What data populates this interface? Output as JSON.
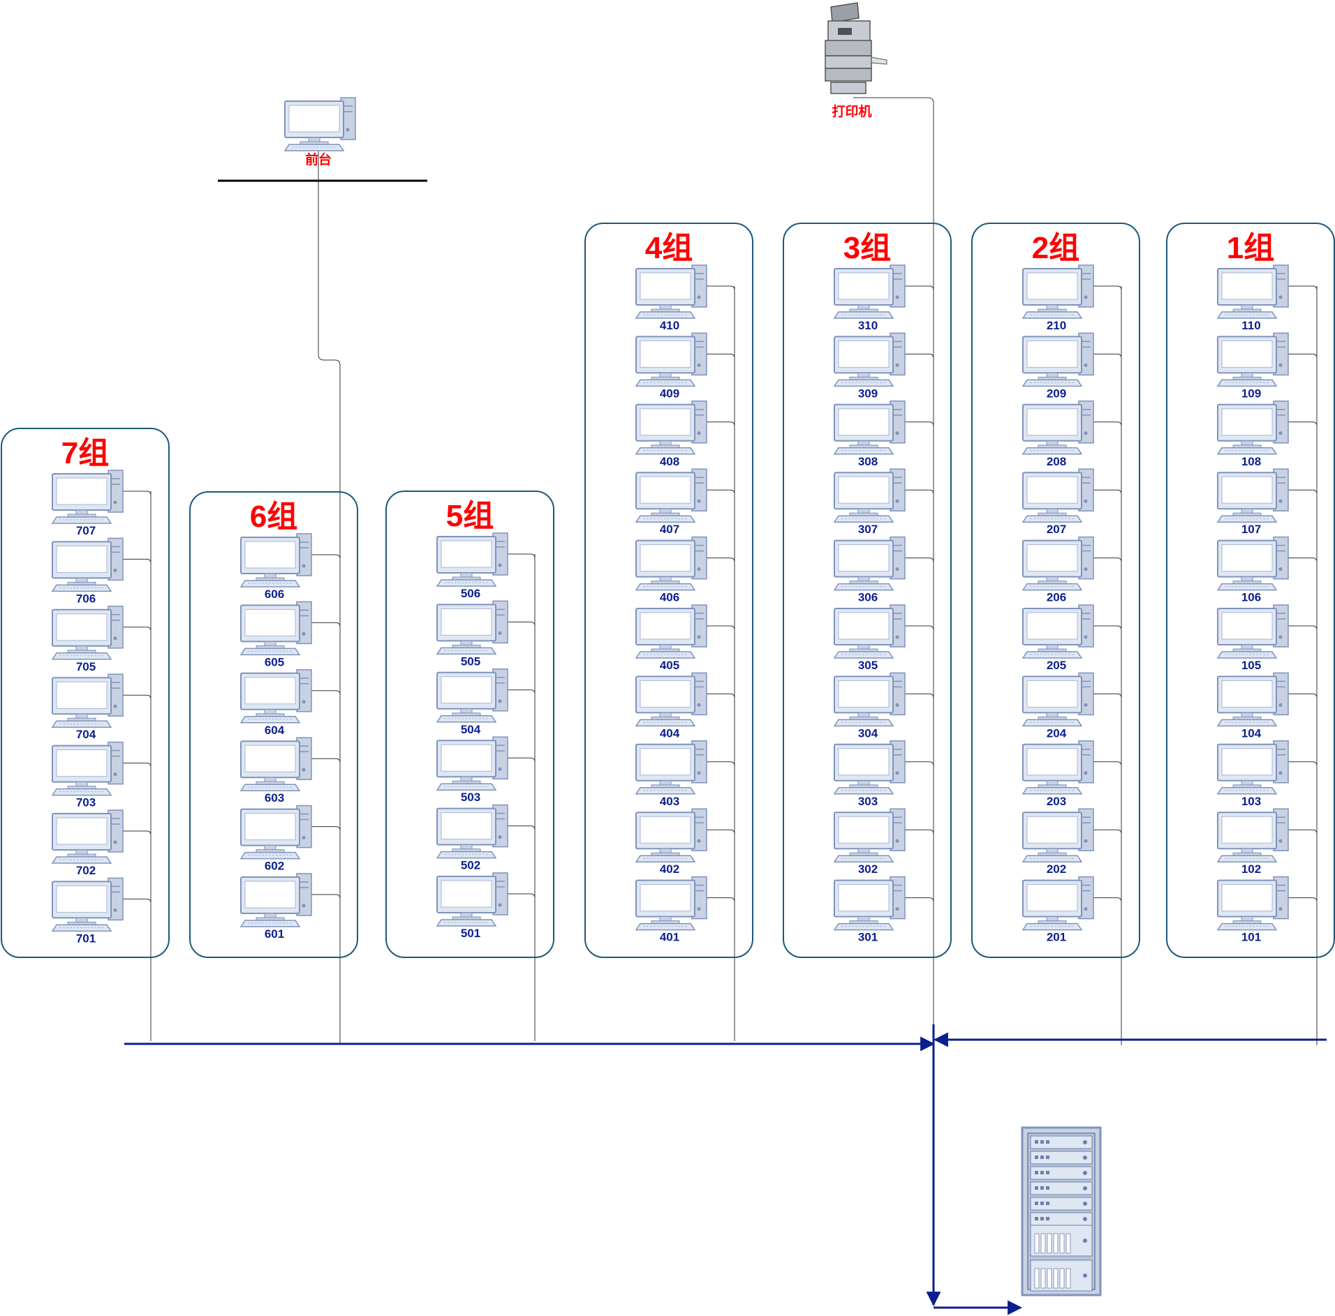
{
  "colors": {
    "group_border": "#1a5a7a",
    "group_title": "#ff0000",
    "pc_label": "#0b1f8f",
    "bus": "#0b1f8f",
    "wire": "#333333",
    "pc_fill": "#dfe7f3",
    "pc_stroke": "#7f93bd"
  },
  "front_desk": {
    "label": "前台",
    "icon": "desktop-computer-icon"
  },
  "printer": {
    "label": "打印机",
    "icon": "printer-icon"
  },
  "server": {
    "icon": "server-rack-icon"
  },
  "groups": [
    {
      "title": "7组",
      "computers": [
        "707",
        "706",
        "705",
        "704",
        "703",
        "702",
        "701"
      ]
    },
    {
      "title": "6组",
      "computers": [
        "606",
        "605",
        "604",
        "603",
        "602",
        "601"
      ]
    },
    {
      "title": "5组",
      "computers": [
        "506",
        "505",
        "504",
        "503",
        "502",
        "501"
      ]
    },
    {
      "title": "4组",
      "computers": [
        "410",
        "409",
        "408",
        "407",
        "406",
        "405",
        "404",
        "403",
        "402",
        "401"
      ]
    },
    {
      "title": "3组",
      "computers": [
        "310",
        "309",
        "308",
        "307",
        "306",
        "305",
        "304",
        "303",
        "302",
        "301"
      ]
    },
    {
      "title": "2组",
      "computers": [
        "210",
        "209",
        "208",
        "207",
        "206",
        "205",
        "204",
        "203",
        "202",
        "201"
      ]
    },
    {
      "title": "1组",
      "computers": [
        "110",
        "109",
        "108",
        "107",
        "106",
        "105",
        "104",
        "103",
        "102",
        "101"
      ]
    }
  ]
}
